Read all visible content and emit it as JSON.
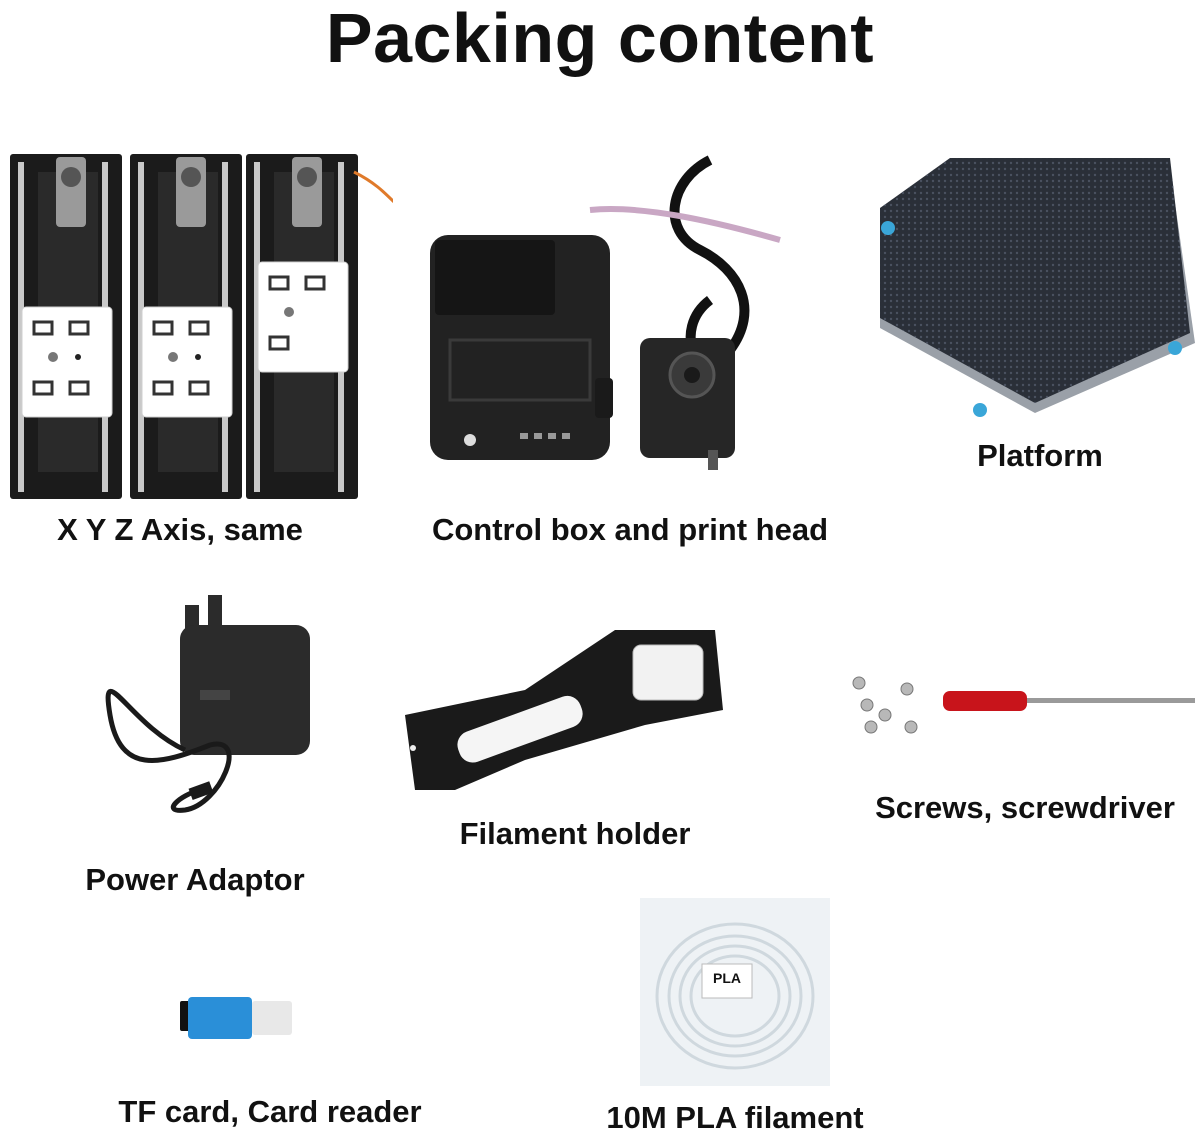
{
  "title": "Packing content",
  "items": [
    {
      "label": "X Y Z Axis, same",
      "icon": "linear-axis-modules-icon"
    },
    {
      "label": "Control box and print head",
      "icon": "control-box-print-head-icon"
    },
    {
      "label": "Platform",
      "icon": "print-platform-icon"
    },
    {
      "label": "Power Adaptor",
      "icon": "power-adaptor-icon"
    },
    {
      "label": "Filament holder",
      "icon": "filament-holder-icon"
    },
    {
      "label": "Screws, screwdriver",
      "icon": "screws-screwdriver-icon"
    },
    {
      "label": "TF card, Card reader",
      "icon": "card-reader-icon"
    },
    {
      "label": "10M PLA filament",
      "icon": "pla-filament-coil-icon"
    }
  ],
  "filament_tag": "PLA",
  "colors": {
    "axis_frame": "#1a1a1a",
    "plate": "#2a2f38",
    "adaptor": "#2b2b2b",
    "screwdriver_handle": "#c8141b",
    "card_reader": "#2a8fd8",
    "bed_mounts": "#3aa6d8"
  }
}
